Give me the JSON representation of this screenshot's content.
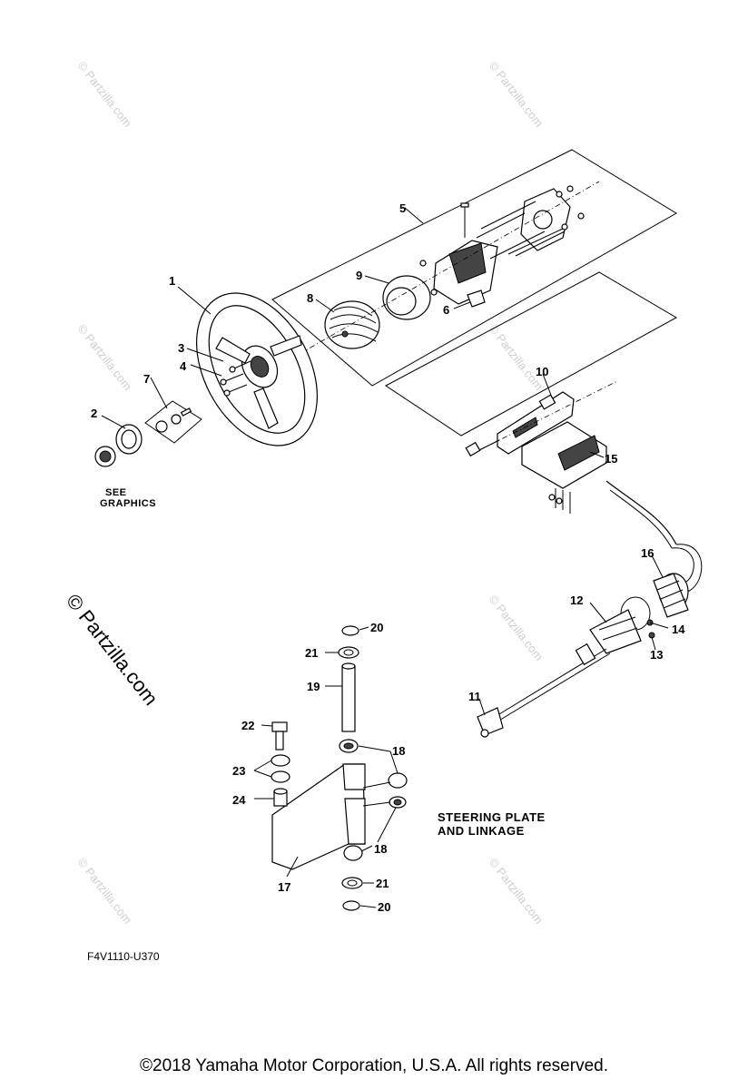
{
  "diagram": {
    "callouts": [
      "1",
      "2",
      "3",
      "4",
      "5",
      "6",
      "7",
      "8",
      "9",
      "10",
      "11",
      "12",
      "13",
      "14",
      "15",
      "16",
      "17",
      "18",
      "18",
      "19",
      "20",
      "20",
      "21",
      "21",
      "22",
      "23",
      "24"
    ],
    "notes": {
      "see_graphics_line1": "SEE",
      "see_graphics_line2": "GRAPHICS",
      "steering_plate_line1": "STEERING PLATE",
      "steering_plate_line2": "AND LINKAGE"
    },
    "diagram_code": "F4V1110-U370",
    "watermark_small": "© Partzilla.com",
    "watermark_big": "© Partzilla.com"
  },
  "footer": {
    "copyright": "©2018  Yamaha Motor Corporation, U.S.A. All rights reserved."
  }
}
